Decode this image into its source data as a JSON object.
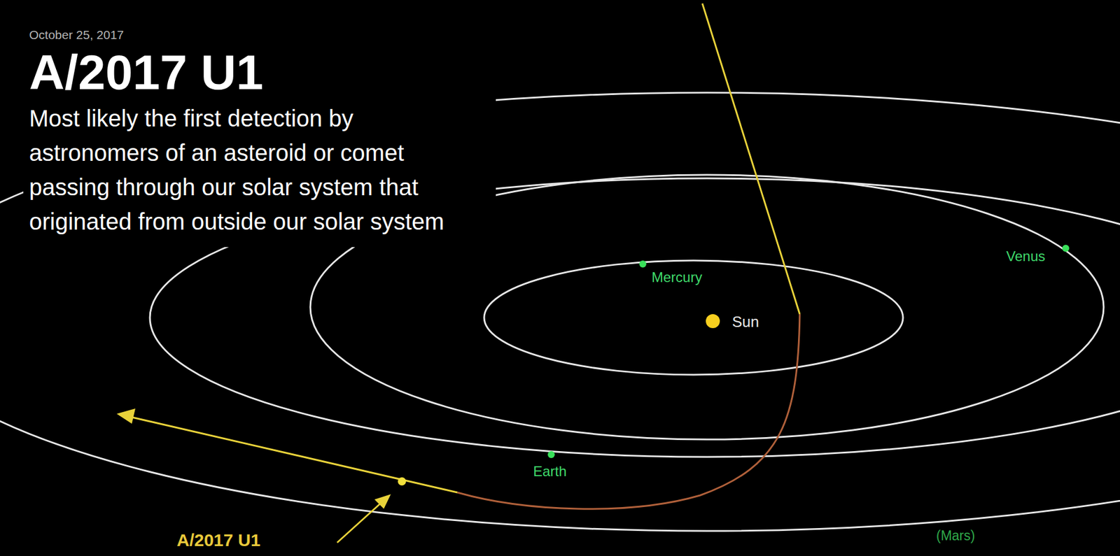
{
  "diagram": {
    "title": "A/2017 U1",
    "labels": [
      "October 25, 2017",
      "Most likely the first detection by astronomers of an asteroid or comet passing through our solar system that originated from outside our solar system",
      "Mercury",
      "Sun",
      "Venus",
      "Earth",
      "A/2017 U1",
      "(Mars)"
    ]
  }
}
